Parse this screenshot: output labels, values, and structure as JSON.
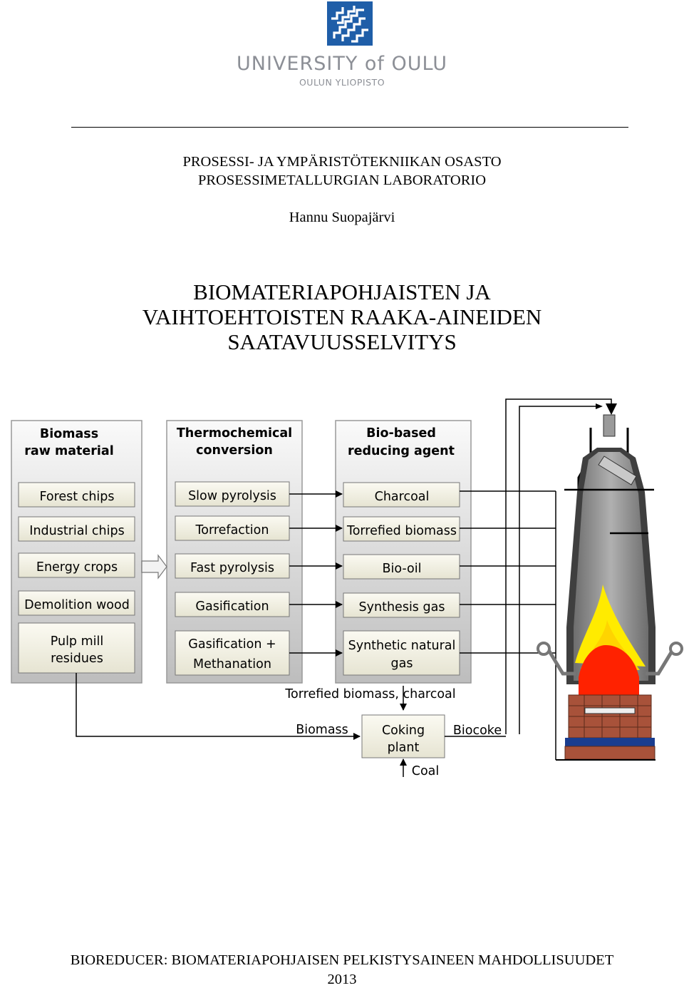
{
  "header": {
    "university_name": "UNIVERSITY of OULU",
    "university_name_fi": "OULUN YLIOPISTO"
  },
  "department": {
    "line1": "PROSESSI- JA YMPÄRISTÖTEKNIIKAN OSASTO",
    "line2": "PROSESSIMETALLURGIAN LABORATORIO"
  },
  "author": "Hannu Suopajärvi",
  "title": {
    "line1": "BIOMATERIAPOHJAISTEN JA",
    "line2": "VAIHTOEHTOISTEN RAAKA-AINEIDEN",
    "line3": "SAATAVUUSSELVITYS"
  },
  "diagram": {
    "col1": {
      "heading1": "Biomass",
      "heading2": "raw material",
      "items": [
        "Forest chips",
        "Industrial chips",
        "Energy crops",
        "Demolition wood"
      ],
      "pulp1": "Pulp mill",
      "pulp2": "residues"
    },
    "col2": {
      "heading1": "Thermochemical",
      "heading2": "conversion",
      "items": [
        "Slow pyrolysis",
        "Torrefaction",
        "Fast pyrolysis",
        "Gasification"
      ],
      "last1": "Gasification +",
      "last2": "Methanation"
    },
    "col3": {
      "heading1": "Bio-based",
      "heading2": "reducing agent",
      "items": [
        "Charcoal",
        "Torrefied biomass",
        "Bio-oil",
        "Synthesis gas"
      ],
      "last1": "Synthetic natural",
      "last2": "gas"
    },
    "flow_label": "Torrefied biomass, charcoal",
    "biomass_label": "Biomass",
    "coking1": "Coking",
    "coking2": "plant",
    "biocoke_label": "Biocoke",
    "coal_label": "Coal"
  },
  "footer": {
    "line1": "BIOREDUCER: BIOMATERIAPOHJAISEN PELKISTYSAINEEN MAHDOLLISUUDET",
    "year": "2013"
  },
  "colors": {
    "logo_blue": "#1f5ea8",
    "box_fill": "#f3f2e5",
    "column_fill": "#c8c8c8",
    "flame_yellow": "#ffeb00",
    "flame_red": "#ff2200",
    "brick": "#a8523a",
    "furnace_blue": "#1a3d8f"
  }
}
